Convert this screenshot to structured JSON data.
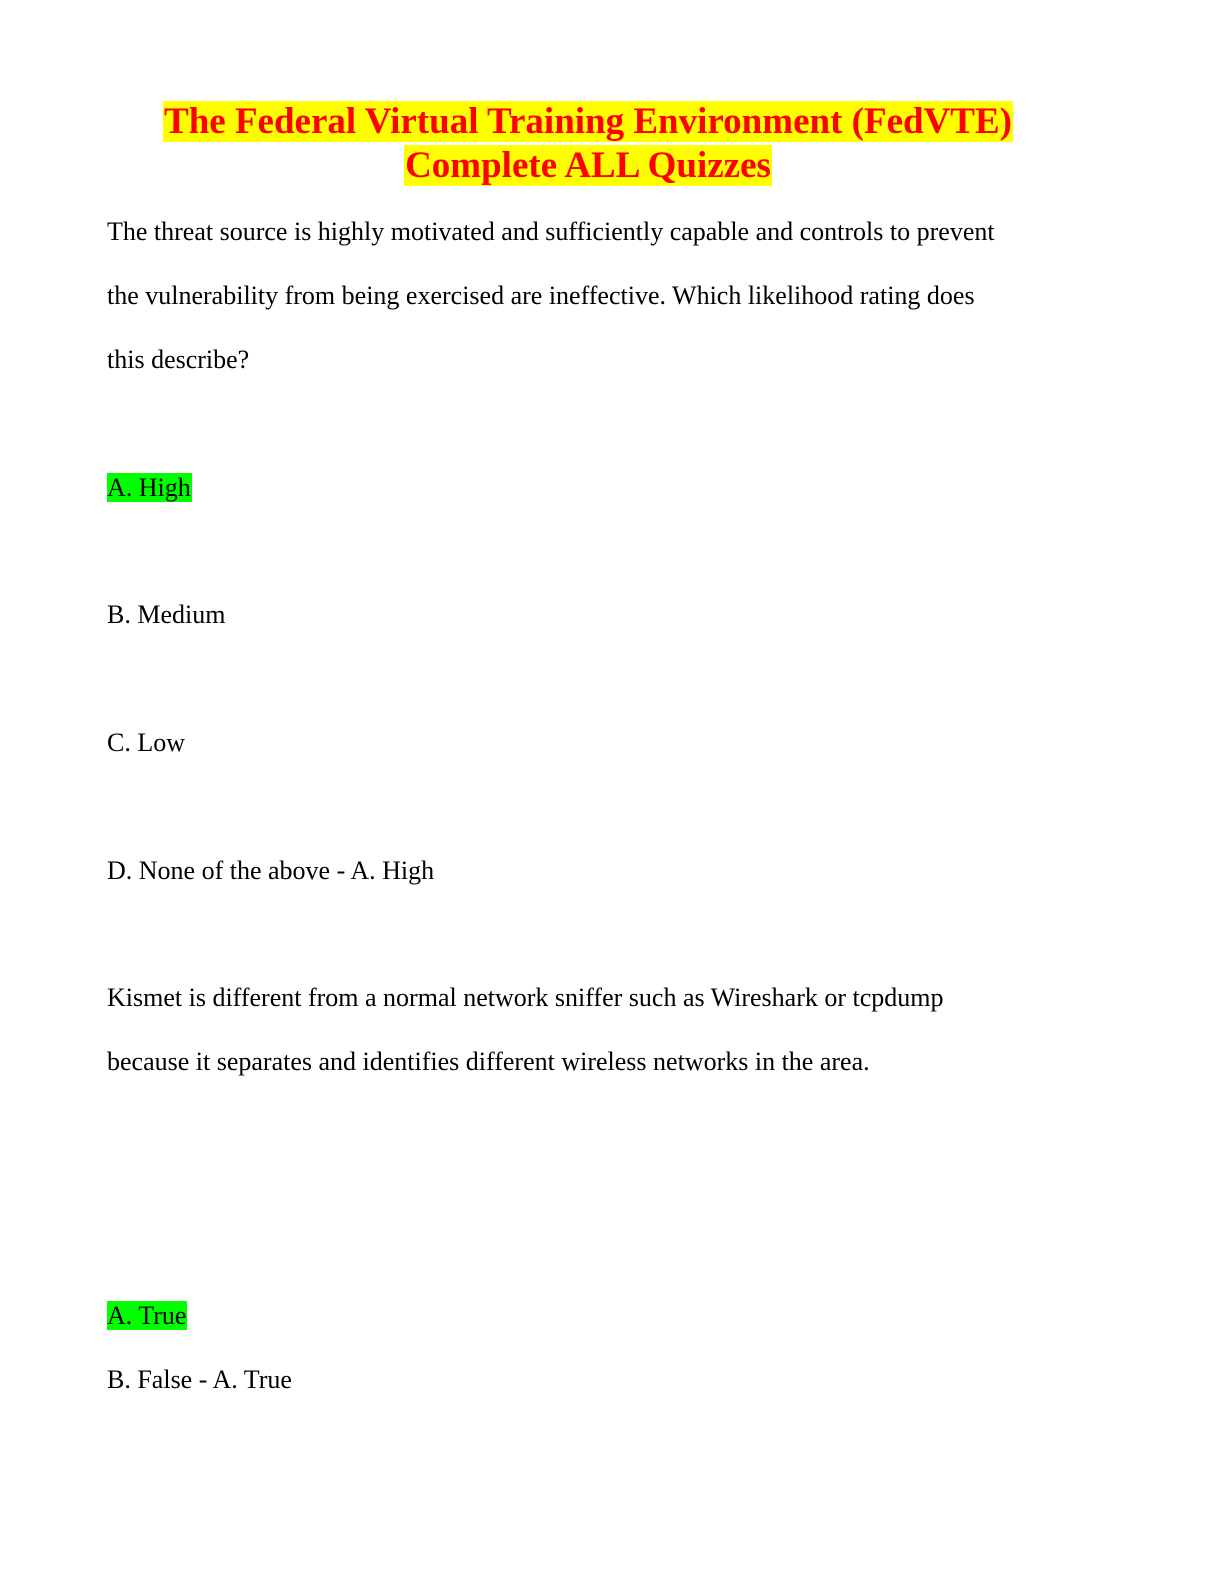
{
  "document": {
    "title_line1": "The Federal Virtual Training Environment (FedVTE)",
    "title_line2": "Complete ALL Quizzes",
    "title_color": "#ff0000",
    "title_highlight_color": "#ffff00",
    "answer_highlight_color": "#00ff00"
  },
  "questions": [
    {
      "lines": [
        "The threat source is highly motivated and sufficiently capable and controls to prevent",
        "the vulnerability from being exercised are ineffective. Which likelihood rating does",
        "this describe?"
      ],
      "options": [
        "A. High",
        "B. Medium",
        "C. Low",
        "D. None of the above - A. High"
      ],
      "highlighted_option": "A. High"
    },
    {
      "lines": [
        "Kismet is different from a normal network sniffer such as Wireshark or tcpdump",
        "because it separates and identifies different wireless networks in the area."
      ],
      "options": [
        "A. True",
        "B. False - A. True"
      ],
      "highlighted_option": "A. True"
    }
  ]
}
